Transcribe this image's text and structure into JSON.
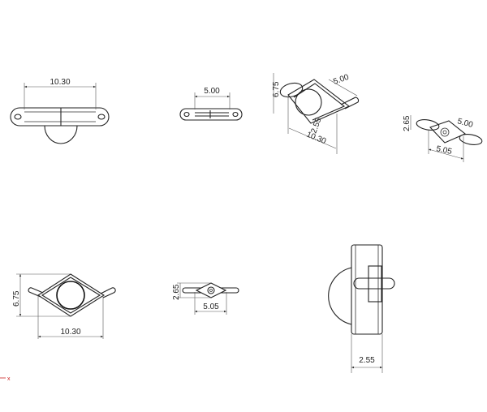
{
  "views": {
    "front": {
      "width_dim": "10.30"
    },
    "top": {
      "width_dim": "5.00"
    },
    "iso_large": {
      "height_dim": "6.75",
      "length_dim": "10.30",
      "thickness_dim": "2.55",
      "side_dim": "5.00"
    },
    "iso_small": {
      "height_dim": "2.65",
      "length_dim": "5.05",
      "side_dim": "5.00"
    },
    "plan_large": {
      "height_dim": "6.75",
      "width_dim": "10.30"
    },
    "plan_small": {
      "height_dim": "2.65",
      "width_dim": "5.05"
    },
    "side": {
      "width_dim": "2.55"
    }
  },
  "axis_marker": "x",
  "colors": {
    "line": "#222222",
    "axis": "#cc2222"
  }
}
